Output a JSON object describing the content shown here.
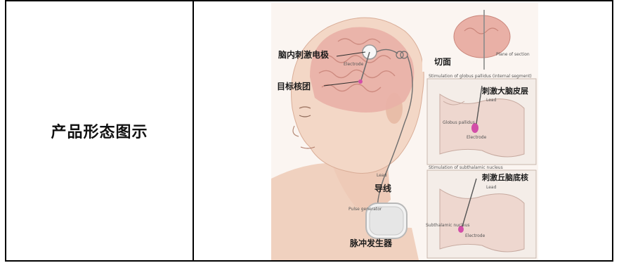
{
  "table": {
    "label": "产品形态图示"
  },
  "figure": {
    "labels": {
      "brain_electrode": "脑内刺激电极",
      "electrode_en": "Electrode",
      "target_nucleus": "目标核团",
      "section_plane": "切面",
      "plane_of_section_en": "Plane of section",
      "gp_title": "Stimulation of globus pallidus (internal segment)",
      "cortex_stim": "刺激大脑皮层",
      "lead_en_1": "Lead",
      "globus_en": "Globus pallidus",
      "electrode_en_2": "Electrode",
      "stn_title": "Stimulation of subthalamic nucleus",
      "basal_stim": "刺激丘脑底核",
      "lead_en_2": "Lead",
      "lead_en_3": "Lead",
      "lead_cn": "导线",
      "stn_en": "Subthalamic nucleus",
      "electrode_en_3": "Electrode",
      "pulse_gen_en": "Pulse generator",
      "pulse_gen_cn": "脉冲发生器"
    },
    "colors": {
      "skin": "#f3d7c6",
      "skin_shadow": "#e4b8a2",
      "brain": "#e9b0a6",
      "brain_dark": "#c98479",
      "panel_bg": "#f4ede8",
      "panel_border": "#c8b7ad",
      "target_pink": "#d24fa8",
      "device": "#f2f2f2"
    }
  }
}
